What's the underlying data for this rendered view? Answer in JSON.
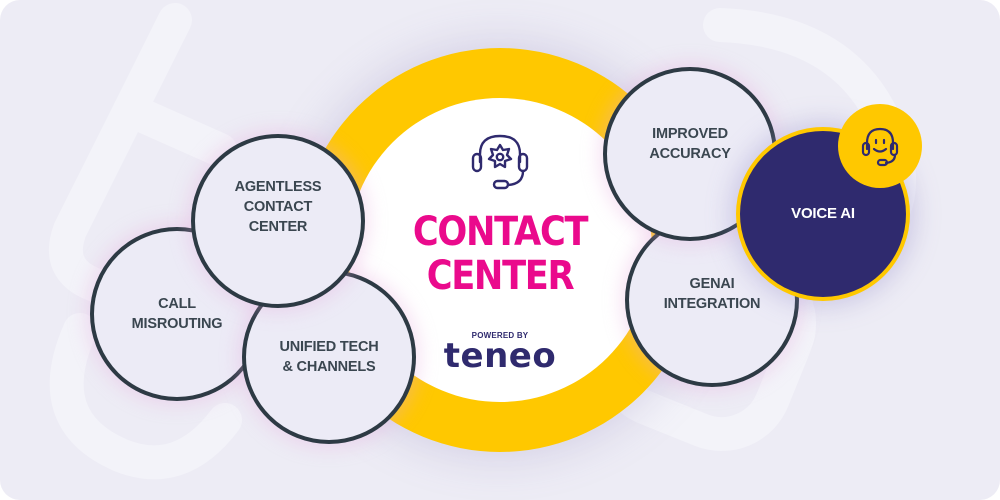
{
  "colors": {
    "background": "#edecf5",
    "ring": "#ffc800",
    "title": "#ea0a8c",
    "brand": "#2f2a6e",
    "bubble_fill": "#ecebf6",
    "bubble_stroke": "#2d3a44",
    "voice_fill": "#2f2a6e"
  },
  "hub": {
    "icon": "headset-gear-icon",
    "title_line1": "CONTACT",
    "title_line2": "CENTER",
    "powered_by": "POWERED BY",
    "brand": "teneo"
  },
  "left_bubbles": [
    {
      "label": "AGENTLESS\nCONTACT\nCENTER"
    },
    {
      "label": "CALL\nMISROUTING"
    },
    {
      "label": "UNIFIED TECH\n& CHANNELS"
    }
  ],
  "right_bubbles": [
    {
      "label": "IMPROVED\nACCURACY"
    },
    {
      "label": "GENAI\nINTEGRATION"
    }
  ],
  "highlight_bubble": {
    "label": "VOICE AI",
    "badge_icon": "smiling-headset-agent-icon"
  }
}
